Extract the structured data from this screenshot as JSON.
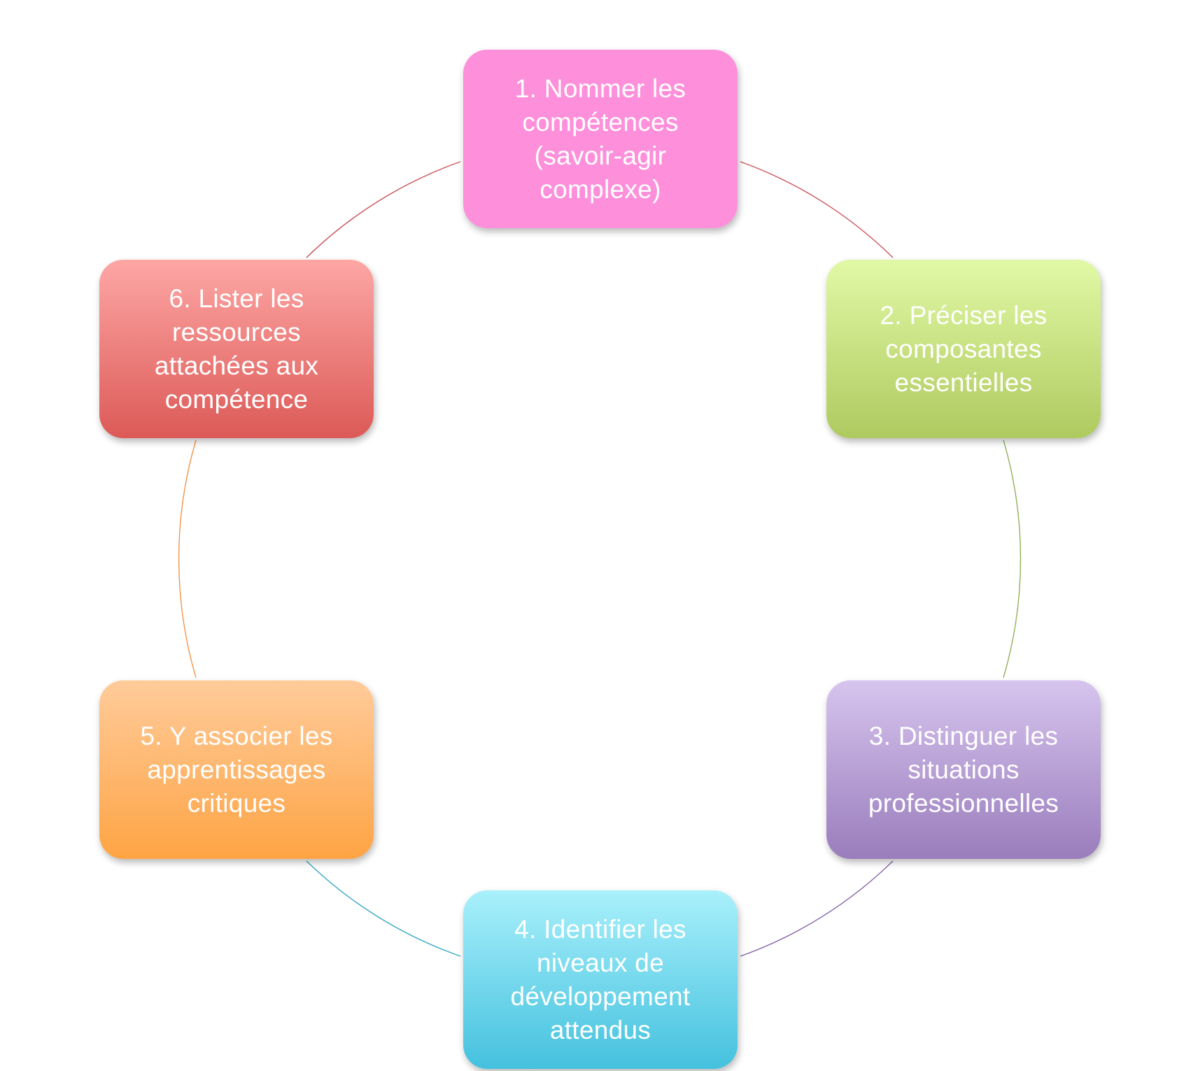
{
  "diagram": {
    "steps": [
      {
        "label": "1. Nommer les\ncompétences\n(savoir-agir\ncomplexe)",
        "color_top": "#fe8fda",
        "color_bottom": "#fe8fda",
        "connector_color": "#c9545a"
      },
      {
        "label": "2. Préciser les\ncomposantes\nessentielles",
        "color_top": "#e1f9a6",
        "color_bottom": "#aeca5f",
        "connector_color": "#93b05a"
      },
      {
        "label": "3. Distinguer les\nsituations\nprofessionnelles",
        "color_top": "#d6c4ee",
        "color_bottom": "#9a7dbc",
        "connector_color": "#8665a8"
      },
      {
        "label": "4. Identifier les\nniveaux de\ndéveloppement\nattendus",
        "color_top": "#a9f0fb",
        "color_bottom": "#44c1de",
        "connector_color": "#3aa8c6"
      },
      {
        "label": "5. Y associer les\napprentissages\ncritiques",
        "color_top": "#ffcb9a",
        "color_bottom": "#fea444",
        "connector_color": "#f3934a"
      },
      {
        "label": "6. Lister les\nressources\nattachées aux\ncompétence",
        "color_top": "#fda7a5",
        "color_bottom": "#dc5a57",
        "connector_color": "#c9545a"
      }
    ]
  }
}
